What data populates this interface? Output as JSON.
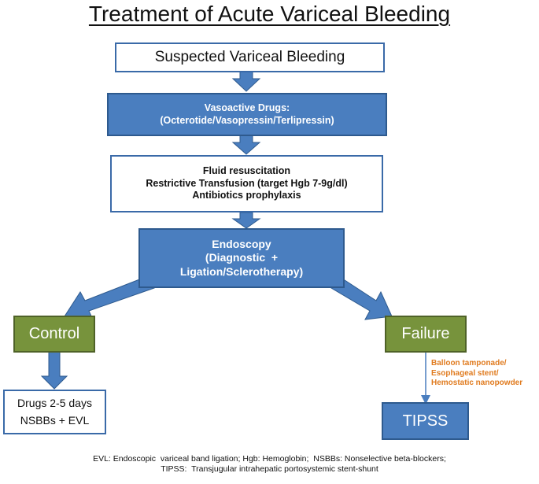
{
  "title": "Treatment of Acute Variceal Bleeding",
  "nodes": {
    "suspected": "Suspected Variceal Bleeding",
    "vasoactive": [
      "Vasoactive Drugs:",
      "(Octerotide/Vasopressin/Terlipressin)"
    ],
    "resuscitation": [
      "Fluid resuscitation",
      "Restrictive Transfusion (target Hgb 7-9g/dl)",
      "Antibiotics prophylaxis"
    ],
    "endoscopy": [
      "Endoscopy",
      "(Diagnostic  +",
      "Ligation/Sclerotherapy)"
    ],
    "control": "Control",
    "failure": "Failure",
    "drugs": [
      "Drugs 2-5 days",
      "NSBBs + EVL"
    ],
    "tipss": "TIPSS"
  },
  "side_note": [
    "Balloon tamponade/",
    "Esophageal stent/",
    "Hemostatic nanopowder"
  ],
  "footnote": [
    "EVL: Endoscopic  variceal band ligation; Hgb: Hemoglobin;  NSBBs: Nonselective beta-blockers;",
    "TIPSS:  Transjugular intrahepatic portosystemic stent-shunt"
  ],
  "colors": {
    "blue": "#4a7ebf",
    "green": "#77933c",
    "orange": "#e07b1f",
    "border": "#3a6aa8"
  }
}
